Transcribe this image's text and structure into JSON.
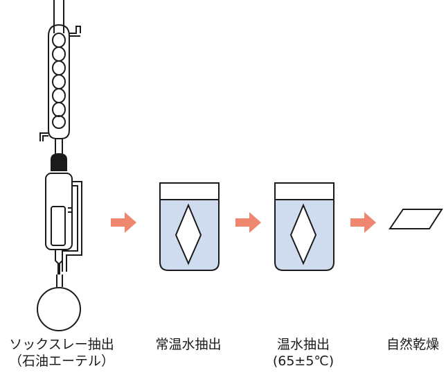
{
  "colors": {
    "stroke": "#1a1a1a",
    "water": "#cfdcf0",
    "arrow": "#ee8670",
    "glass": "#ffffff"
  },
  "steps": [
    {
      "id": "soxhlet",
      "lines": [
        "ソックスレー抽出",
        "（石油エーテル）"
      ]
    },
    {
      "id": "hot-water",
      "lines": [
        "常温水抽出"
      ]
    },
    {
      "id": "warm-water",
      "lines": [
        "温水抽出",
        "(65±5℃)"
      ]
    },
    {
      "id": "drying",
      "lines": [
        "自然乾燥"
      ]
    }
  ]
}
